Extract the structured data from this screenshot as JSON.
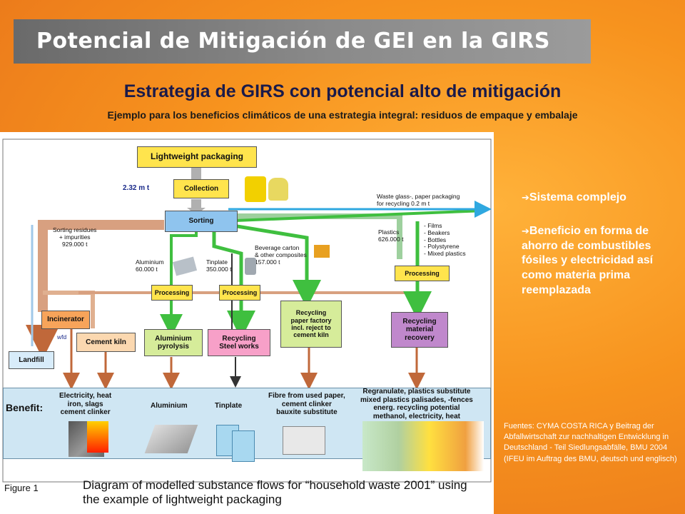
{
  "slide": {
    "title": "Potencial de Mitigación de GEI en la GIRS",
    "subtitle": "Estrategia de GIRS con potencial alto de mitigación",
    "subsubtitle": "Ejemplo para los beneficios climáticos de una estrategia integral: residuos de empaque y embalaje"
  },
  "diagram": {
    "top_box": "Lightweight packaging",
    "collection_amount": "2.32 m t",
    "collection": "Collection",
    "sorting": "Sorting",
    "waste_glass_note": "Waste glass-, paper packaging\nfor recycling 0.2 m t",
    "sorting_residues": "Sorting residues\n+ impurities\n929.000 t",
    "plastics": "Plastics\n626.000 t",
    "plastics_list": "- Films\n- Beakers\n- Bottles\n- Polystyrene\n- Mixed plastics",
    "beverage_carton": "Beverage carton\n& other composites\n157.000 t",
    "aluminium_amount": "Aluminium\n60.000 t",
    "tinplate_amount": "Tinplate\n350.000 t",
    "processing_1": "Processing",
    "processing_2": "Processing",
    "processing_3": "Processing",
    "incinerator": "Incinerator",
    "wfd": "wfd",
    "landfill": "Landfill",
    "cement_kiln": "Cement kiln",
    "aluminium_pyrolysis": "Aluminium\npyrolysis",
    "recycling_steel": "Recycling\nSteel works",
    "recycling_paper": "Recycling\npaper factory\nincl. reject to\ncement kiln",
    "recycling_material": "Recycling\nmaterial\nrecovery",
    "benefit_label": "Benefit:",
    "benefit_1": "Electricity, heat\niron, slags\ncement clinker",
    "benefit_2": "Aluminium",
    "benefit_3": "Tinplate",
    "benefit_4": "Fibre from used paper,\ncement clinker\nbauxite substitute",
    "benefit_5": "Regranulate, plastics substitute\nmixed plastics palisades, -fences\nenerg. recycling potential\nmethanol, electricity, heat",
    "figure_label": "Figure 1",
    "figure_caption_1": "Diagram of modelled substance flows for “household waste 2001” using",
    "figure_caption_2": "the example of lightweight packaging"
  },
  "bullets": {
    "arrow_icon": "arrow-right-icon",
    "b1": "Sistema complejo",
    "b2": "Beneficio en forma de ahorro de combustibles fósiles y electricidad así como materia prima reemplazada"
  },
  "sources": "Fuentes: CYMA COSTA RICA y Beitrag der Abfallwirtschaft zur nachhaltigen Entwicklung in Deutschland - Teil Siedlungsabfälle, BMU 2004 (IFEU im Auftrag des BMU, deutsch und englisch)",
  "colors": {
    "background": "#f7931e",
    "title_bar": "#808080",
    "flow_gray": "#b0b0b0",
    "flow_green": "#3fbf3f",
    "flow_brown": "#c0683a",
    "flow_blue": "#2fa8e0",
    "box_yellow": "#ffe44d",
    "box_blue": "#8fc4ee",
    "box_orange": "#f7a45a",
    "box_green": "#d6ec9a",
    "box_pink": "#f7a0c8",
    "box_purple": "#c088cc"
  }
}
